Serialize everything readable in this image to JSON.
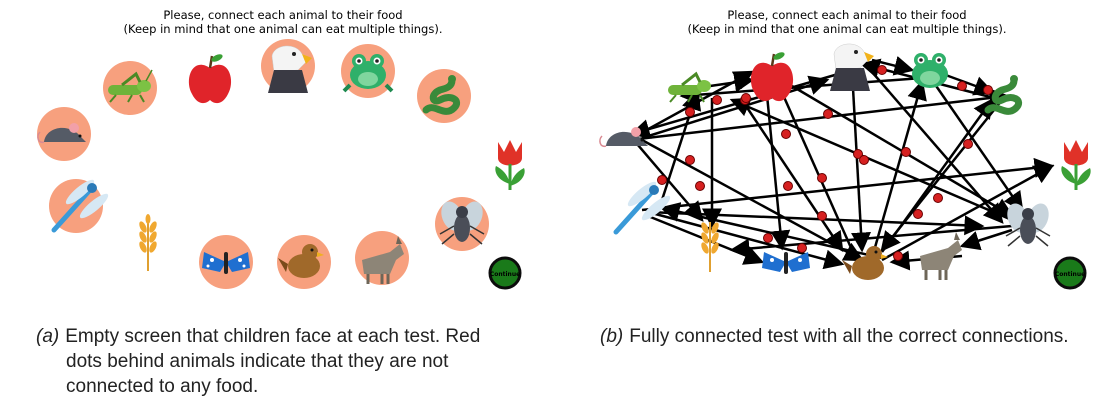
{
  "panel_a": {
    "instruction_line1": "Please, connect each animal to their food",
    "instruction_line2": "(Keep in mind that one animal can eat multiple things).",
    "continue_label": "Continue"
  },
  "panel_b": {
    "instruction_line1": "Please, connect each animal to their food",
    "instruction_line2": "(Keep in mind that one animal can eat multiple things).",
    "continue_label": "Continue"
  },
  "caption_a": {
    "tag": "(a)",
    "text": "Empty screen that children face at each test. Red dots behind animals indicate that they are not connected to any food."
  },
  "caption_b": {
    "tag": "(b)",
    "text": "Fully connected test with all the correct connections."
  },
  "items": [
    "grasshopper",
    "apple",
    "eagle",
    "frog",
    "snake",
    "mouse",
    "tulip",
    "dragonfly",
    "wheat",
    "butterfly",
    "bird",
    "wolf",
    "fly"
  ],
  "colors": {
    "badge": "#f7a07e",
    "connector": "#000000",
    "dot": "#d62020",
    "continue": "#1a7a1a"
  }
}
